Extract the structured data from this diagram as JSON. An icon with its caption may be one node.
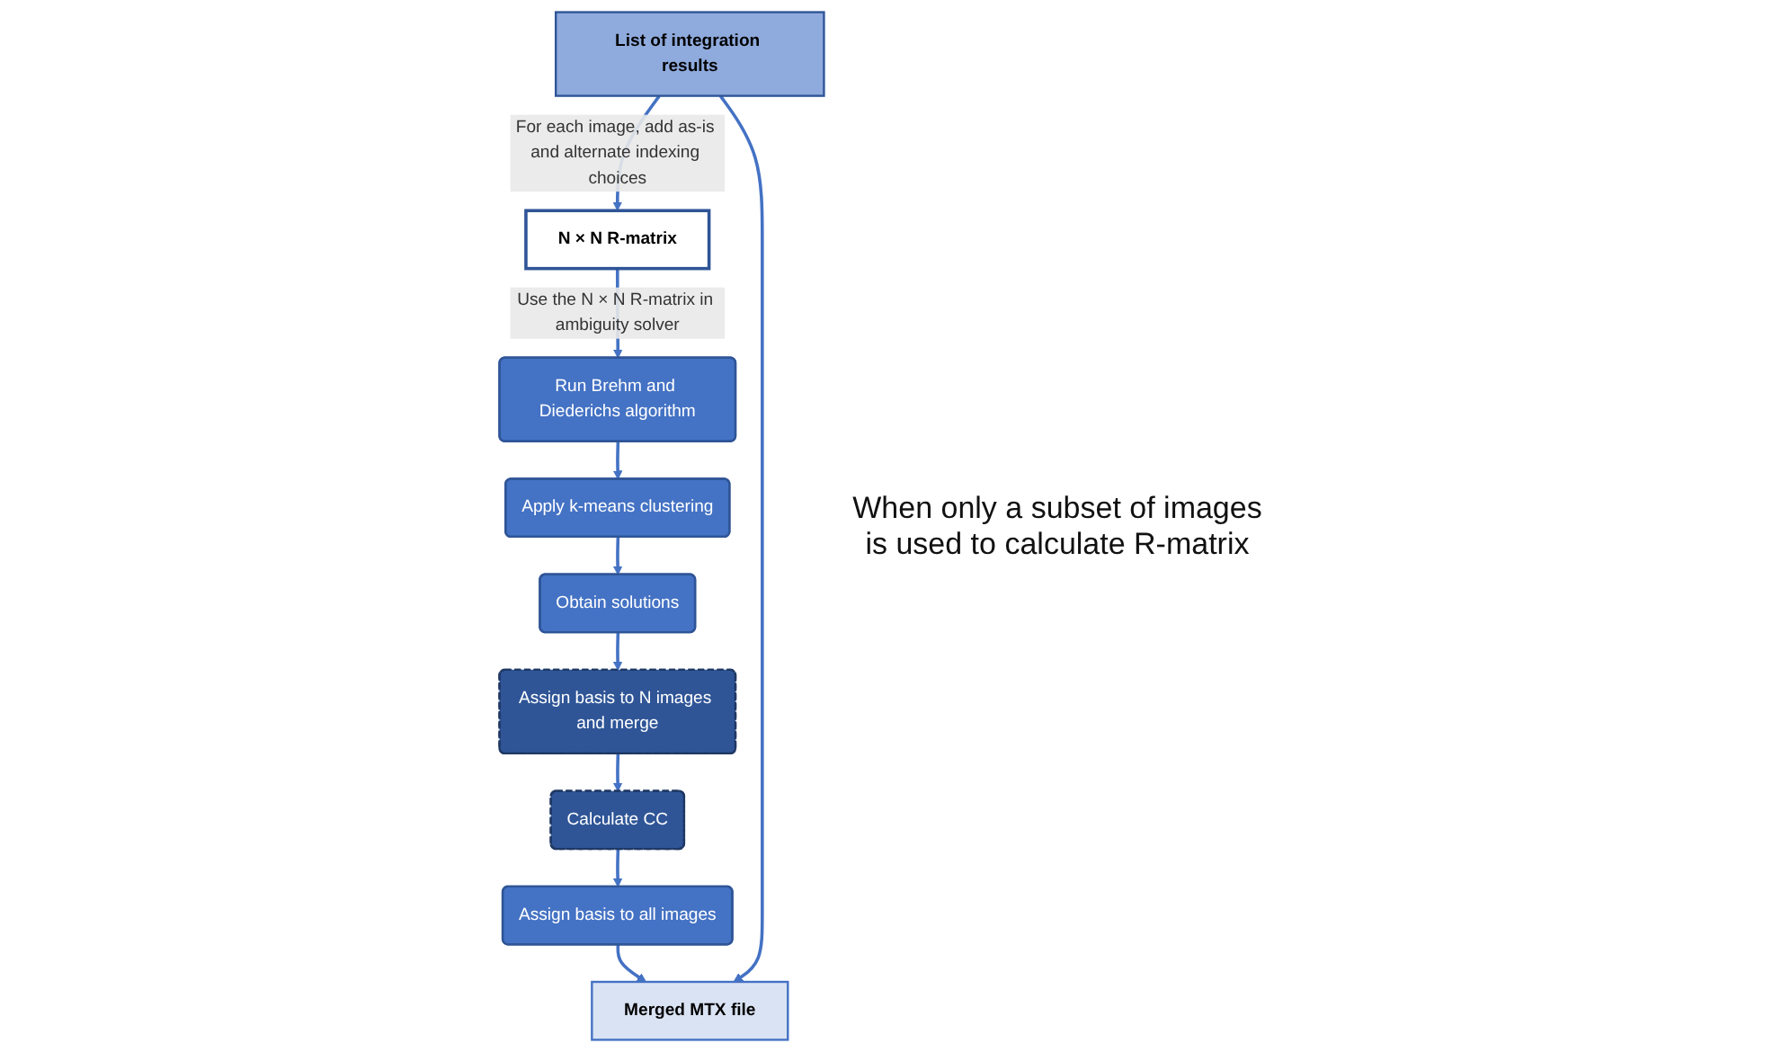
{
  "diagram": {
    "nodes": [
      {
        "text": [
          "List of integration results"
        ]
      },
      {
        "text": [
          "N × N R-matrix"
        ]
      },
      {
        "text": [
          "Run Brehm and Diederichs algorithm"
        ]
      },
      {
        "text": [
          "Apply k-means clustering"
        ]
      },
      {
        "text": [
          "Obtain solutions"
        ]
      },
      {
        "text": [
          "Assign basis to N images and merge"
        ]
      },
      {
        "text": [
          "Calculate CC"
        ]
      },
      {
        "text": [
          "Assign basis to all images"
        ]
      },
      {
        "text": [
          "Merged MTX file"
        ]
      }
    ],
    "edges": [
      {
        "from": 0,
        "to": 1,
        "arrow": "to",
        "label": "For each image, add as-is and alternate indexing choices"
      },
      {
        "from": 1,
        "to": 2,
        "arrow": "to",
        "label": "Use the N × N R-matrix in ambiguity solver"
      },
      {
        "from": 2,
        "to": 3,
        "arrow": "to"
      },
      {
        "from": 3,
        "to": 4,
        "arrow": "to"
      },
      {
        "from": 4,
        "to": 5,
        "arrow": "to"
      },
      {
        "from": 5,
        "to": 6,
        "arrow": "to"
      },
      {
        "from": 6,
        "to": 7,
        "arrow": "to"
      },
      {
        "from": 7,
        "to": 8,
        "arrow": "to"
      },
      {
        "from": 0,
        "to": 8,
        "arrow": "to"
      }
    ],
    "labels": [
      "When only a subset of images is used to calculate R-matrix"
    ]
  }
}
